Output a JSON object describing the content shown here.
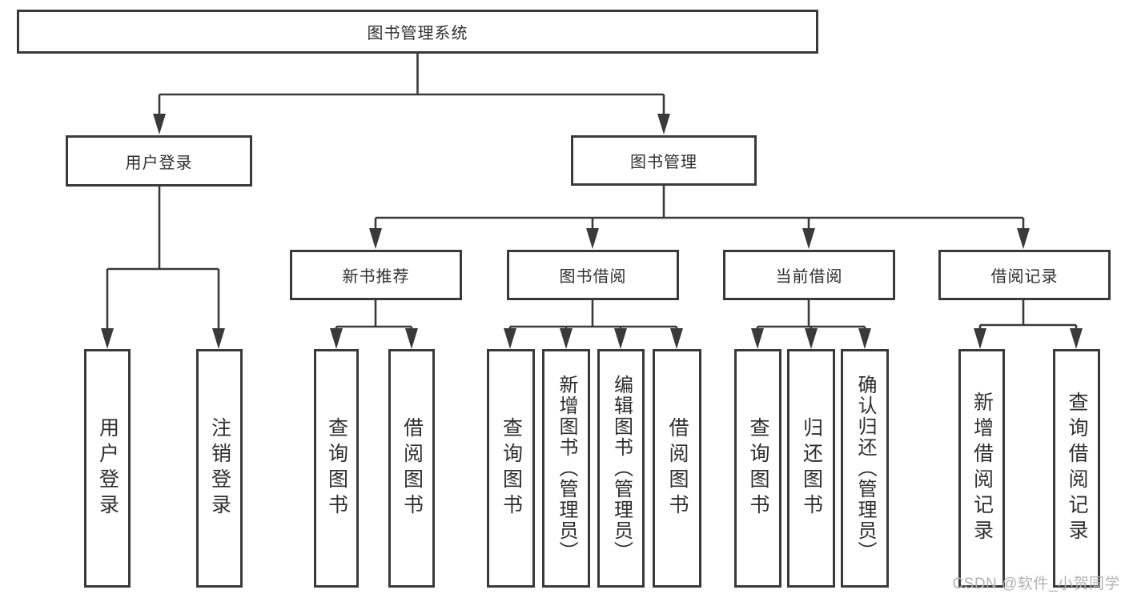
{
  "colors": {
    "line": "#3a3a3a",
    "text": "#2f2f2f",
    "bg": "#ffffff",
    "watermark": "#b3b3b3"
  },
  "watermark": "CSDN @软件_小贺同学",
  "tree": {
    "root": {
      "label": "图书管理系统"
    },
    "branches": [
      {
        "label": "用户登录",
        "children": [
          {
            "label": "用户登录"
          },
          {
            "label": "注销登录"
          }
        ]
      },
      {
        "label": "图书管理",
        "sections": [
          {
            "label": "新书推荐",
            "children": [
              {
                "label": "查询图书"
              },
              {
                "label": "借阅图书"
              }
            ]
          },
          {
            "label": "图书借阅",
            "children": [
              {
                "label": "查询图书"
              },
              {
                "label": "新增图书（管理员）"
              },
              {
                "label": "编辑图书（管理员）"
              },
              {
                "label": "借阅图书"
              }
            ]
          },
          {
            "label": "当前借阅",
            "children": [
              {
                "label": "查询图书"
              },
              {
                "label": "归还图书"
              },
              {
                "label": "确认归还（管理员）"
              }
            ]
          },
          {
            "label": "借阅记录",
            "children": [
              {
                "label": "新增借阅记录"
              },
              {
                "label": "查询借阅记录"
              }
            ]
          }
        ]
      }
    ]
  }
}
